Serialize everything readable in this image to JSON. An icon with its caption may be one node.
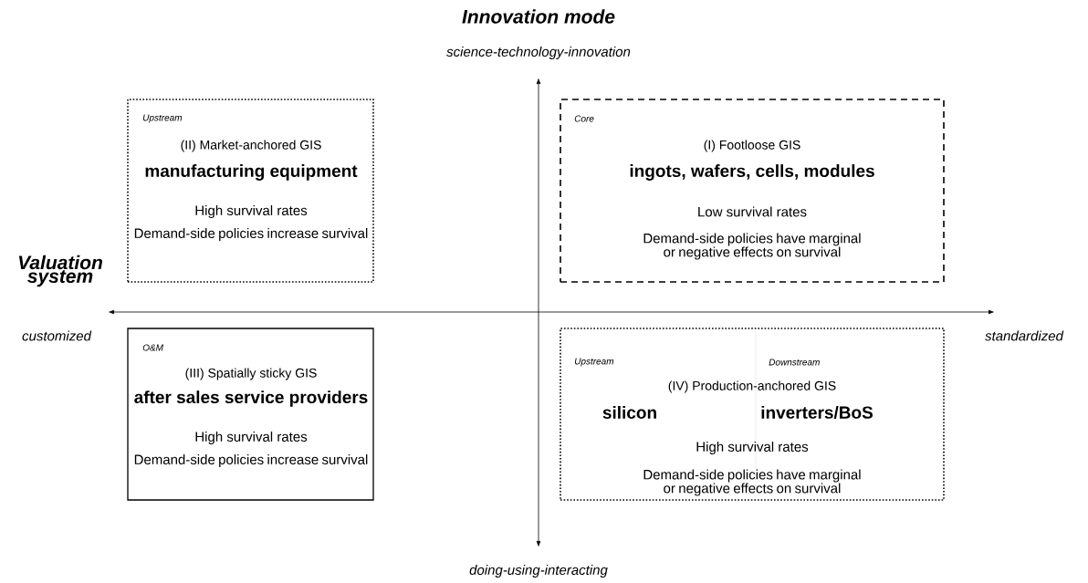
{
  "diagram": {
    "nodes": [
      {
        "text": [
          "Upstream",
          "(II) Market-anchored GIS",
          "manufacturing equipment",
          "High survival rates",
          "Demand-side policies increase survival"
        ]
      },
      {
        "text": [
          "Core",
          "(I) Footloose GIS",
          "ingots, wafers, cells, modules",
          "Low survival rates",
          "Demand-side policies have marginal or negative effects on survival"
        ]
      },
      {
        "text": [
          "O&M",
          "(III) Spatially sticky GIS",
          "after sales service providers",
          "High survival rates",
          "Demand-side policies increase survival"
        ]
      },
      {
        "text": [
          "Upstream",
          "Downstream",
          "(IV) Production-anchored GIS",
          "silicon",
          "inverters/BoS",
          "High survival rates",
          "Demand-side policies have marginal or negative effects on survival"
        ]
      }
    ],
    "labels": [
      "Innovation mode",
      "science-technology-innovation",
      "Valuation system",
      "customized",
      "standardized",
      "doing-using-interacting"
    ]
  }
}
